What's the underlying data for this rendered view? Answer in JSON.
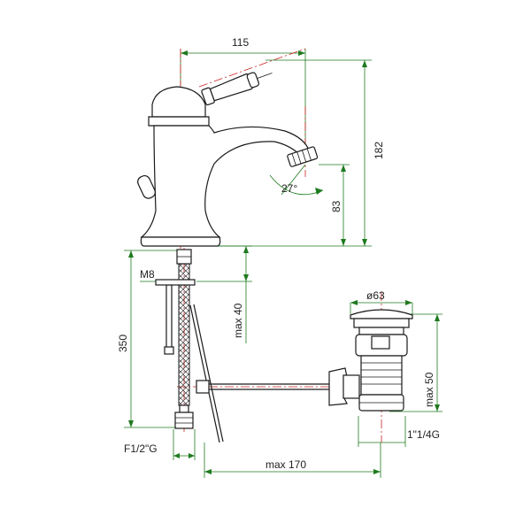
{
  "colors": {
    "outline": "#1a1a1a",
    "centerline": "#cc2222",
    "dimension": "#1f7a1f",
    "background": "#ffffff"
  },
  "dimensions": {
    "top_width": "115",
    "overall_height": "182",
    "spout_height": "83",
    "spout_angle": "27°",
    "rod_thread": "M8",
    "pipe_length": "350",
    "max_40": "max 40",
    "waste_diameter": "ø63",
    "max_50": "max 50",
    "waste_thread": "1\"1/4G",
    "supply_thread": "F1/2\"G",
    "max_170": "max 170"
  }
}
